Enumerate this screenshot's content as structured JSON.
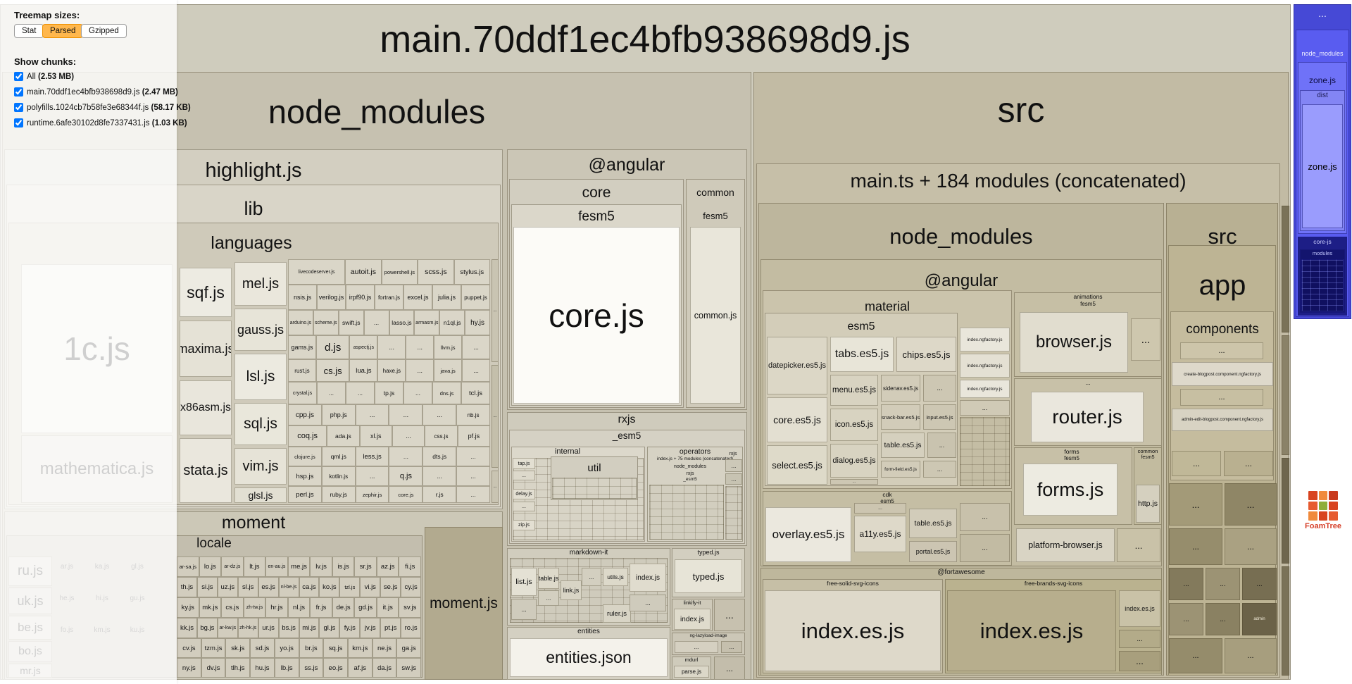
{
  "sidebar": {
    "sizes_label": "Treemap sizes:",
    "buttons": [
      "Stat",
      "Parsed",
      "Gzipped"
    ],
    "chunks_label": "Show chunks:",
    "chunks": [
      {
        "name": "All",
        "size": "(2.53 MB)",
        "checked": "checked"
      },
      {
        "name": "main.70ddf1ec4bfb938698d9.js",
        "size": "(2.47 MB)",
        "checked": "checked"
      },
      {
        "name": "polyfills.1024cb7b58fe3e68344f.js",
        "size": "(58.17 KB)",
        "checked": "checked"
      },
      {
        "name": "runtime.6afe30102d8fe7337431.js",
        "size": "(1.03 KB)",
        "checked": "checked"
      }
    ]
  },
  "main": {
    "title": "main.70ddf1ec4bfb938698d9.js",
    "node_modules": "node_modules",
    "src": "src"
  },
  "hl": {
    "name": "highlight.js",
    "lib": "lib",
    "languages": "languages",
    "colA": [
      "sqf.js",
      "maxima.js",
      "x86asm.js",
      "stata.js"
    ],
    "colB": [
      "mel.js",
      "gauss.js",
      "lsl.js",
      "sql.js",
      "vim.js",
      "glsl.js"
    ],
    "ghost": [
      "1c.js",
      "mathematica.js"
    ],
    "rows": [
      [
        "livecodeserver.js",
        "autoit.js",
        "powershell.js",
        "scss.js",
        "stylus.js"
      ],
      [
        "nsis.js",
        "verilog.js",
        "irpf90.js",
        "fortran.js",
        "excel.js",
        "julia.js",
        "puppet.js"
      ],
      [
        "arduino.js",
        "scheme.js",
        "swift.js",
        "...",
        "lasso.js",
        "armasm.js",
        "n1ql.js",
        "hy.js"
      ],
      [
        "gams.js",
        "d.js",
        "aspectj.js",
        "...",
        "...",
        "llvm.js",
        "..."
      ],
      [
        "rust.js",
        "cs.js",
        "lua.js",
        "haxe.js",
        "...",
        "java.js",
        "..."
      ],
      [
        "crystal.js",
        "...",
        "...",
        "tp.js",
        "...",
        "dns.js",
        "tcl.js"
      ],
      [
        "cpp.js",
        "php.js",
        "...",
        "...",
        "...",
        "nb.js"
      ],
      [
        "coq.js",
        "ada.js",
        "xl.js",
        "...",
        "css.js",
        "pf.js"
      ],
      [
        "clojure.js",
        "qml.js",
        "less.js",
        "...",
        "dts.js",
        "..."
      ],
      [
        "hsp.js",
        "kotlin.js",
        "...",
        "q.js",
        "...",
        "..."
      ],
      [
        "perl.js",
        "ruby.js",
        "zephir.js",
        "core.js",
        "r.js",
        "..."
      ]
    ],
    "sliver": [
      "...",
      "...",
      "..."
    ]
  },
  "moment": {
    "name": "moment",
    "locale": "locale",
    "main_file": "moment.js",
    "rows": [
      [
        "ar-sa.js",
        "lo.js",
        "ar-dz.js",
        "lt.js",
        "en-au.js",
        "me.js",
        "lv.js",
        "is.js",
        "sr.js",
        "az.js",
        "fi.js"
      ],
      [
        "th.js",
        "si.js",
        "uz.js",
        "sl.js",
        "es.js",
        "nl-be.js",
        "ca.js",
        "ko.js",
        "tzl.js",
        "vi.js",
        "se.js",
        "cy.js"
      ],
      [
        "ky.js",
        "mk.js",
        "cs.js",
        "zh-tw.js",
        "hr.js",
        "nl.js",
        "fr.js",
        "de.js",
        "gd.js",
        "it.js",
        "sv.js"
      ],
      [
        "kk.js",
        "bg.js",
        "ar-kw.js",
        "zh-hk.js",
        "ur.js",
        "bs.js",
        "mi.js",
        "gl.js",
        "fy.js",
        "jv.js",
        "pt.js",
        "ro.js"
      ],
      [
        "cv.js",
        "tzm.js",
        "sk.js",
        "sd.js",
        "yo.js",
        "br.js",
        "sq.js",
        "km.js",
        "ne.js",
        "ga.js"
      ],
      [
        "ny.js",
        "dv.js",
        "tlh.js",
        "hu.js",
        "lb.js",
        "ss.js",
        "eo.js",
        "af.js",
        "da.js",
        "sw.js"
      ]
    ],
    "ghost_big": [
      "ru.js",
      "uk.js",
      "be.js",
      "bo.js",
      "mr.js"
    ],
    "ghost_small": [
      "ar.js",
      "ka.js",
      "gl.js",
      "he.js",
      "hi.js",
      "gu.js",
      "fo.js",
      "km.js",
      "ku.js"
    ]
  },
  "ng": {
    "name": "@angular",
    "core": "core",
    "fesm5": "fesm5",
    "core_js": "core.js",
    "common": "common",
    "common_js": "common.js"
  },
  "rxjs": {
    "name": "rxjs",
    "esm5": "_esm5",
    "internal": "internal",
    "util": "util",
    "operators": "operators",
    "concat": "index.js + 75 modules (concatenated)",
    "node_modules": "node_modules",
    "rxjs": "rxjs",
    "cells": [
      "tap.js",
      "delay.js",
      "zip.js"
    ]
  },
  "mdit": {
    "name": "markdown-it",
    "cells": [
      "list.js",
      "table.js",
      "link.js",
      "utils.js",
      "index.js",
      "ruler.js"
    ]
  },
  "typed": {
    "name": "typed.js",
    "cell": "typed.js"
  },
  "linkify": {
    "name": "linkify-it",
    "cell": "index.js"
  },
  "entities": {
    "name": "entities",
    "cell": "entities.json"
  },
  "ngl": {
    "name": "ng-lazyload-image"
  },
  "mdurl": {
    "name": "mdurl",
    "cell": "parse.js"
  },
  "src": {
    "concat": "main.ts + 184 modules (concatenated)",
    "node_modules": "node_modules",
    "angular": "@angular",
    "material": "material",
    "esm5": "esm5",
    "datepicker": "datepicker.es5.js",
    "tabs": "tabs.es5.js",
    "chips": "chips.es5.js",
    "menu": "menu.es5.js",
    "sidenav": "sidenav.es5.js",
    "core": "core.es5.js",
    "icon": "icon.es5.js",
    "snackbar": "snack-bar.es5.js",
    "input": "input.es5.js",
    "table": "table.es5.js",
    "formfield": "form-field.es5.js",
    "select": "select.es5.js",
    "dialog": "dialog.es5.js",
    "ngfactory": "index.ngfactory.js",
    "animations": "animations",
    "fesm5": "fesm5",
    "browser": "browser.js",
    "router": "router.js",
    "forms": "forms",
    "forms_js": "forms.js",
    "common": "common",
    "http": "http.js",
    "platform": "platform-browser.js",
    "cdk": "cdk",
    "overlay": "overlay.es5.js",
    "a11y": "a11y.es5.js",
    "cdk_table": "table.es5.js",
    "portal": "portal.es5.js",
    "fa": "@fortawesome",
    "fa_solid": "free-solid-svg-icons",
    "fa_brands": "free-brands-svg-icons",
    "index_es": "index.es.js",
    "src": "src",
    "app": "app",
    "components": "components",
    "create_ngf": "create-blogpost.component.ngfactory.js",
    "admin_ngf": "admin-edit-blogpost.component.ngfactory.js",
    "admin": "admin"
  },
  "poly": {
    "title": "...",
    "node_modules": "node_modules",
    "zone": "zone.js",
    "dist": "dist",
    "zone_file": "zone.js",
    "corejs": "core-js",
    "modules": "modules"
  },
  "attribution": {
    "name": "FoamTree"
  },
  "colors": {
    "active_button": "#ffb74d",
    "polyfills_accent": "#6f71f7",
    "foamtree_red": "#d6402a"
  },
  "misc": {
    "ellipsis": "..."
  }
}
